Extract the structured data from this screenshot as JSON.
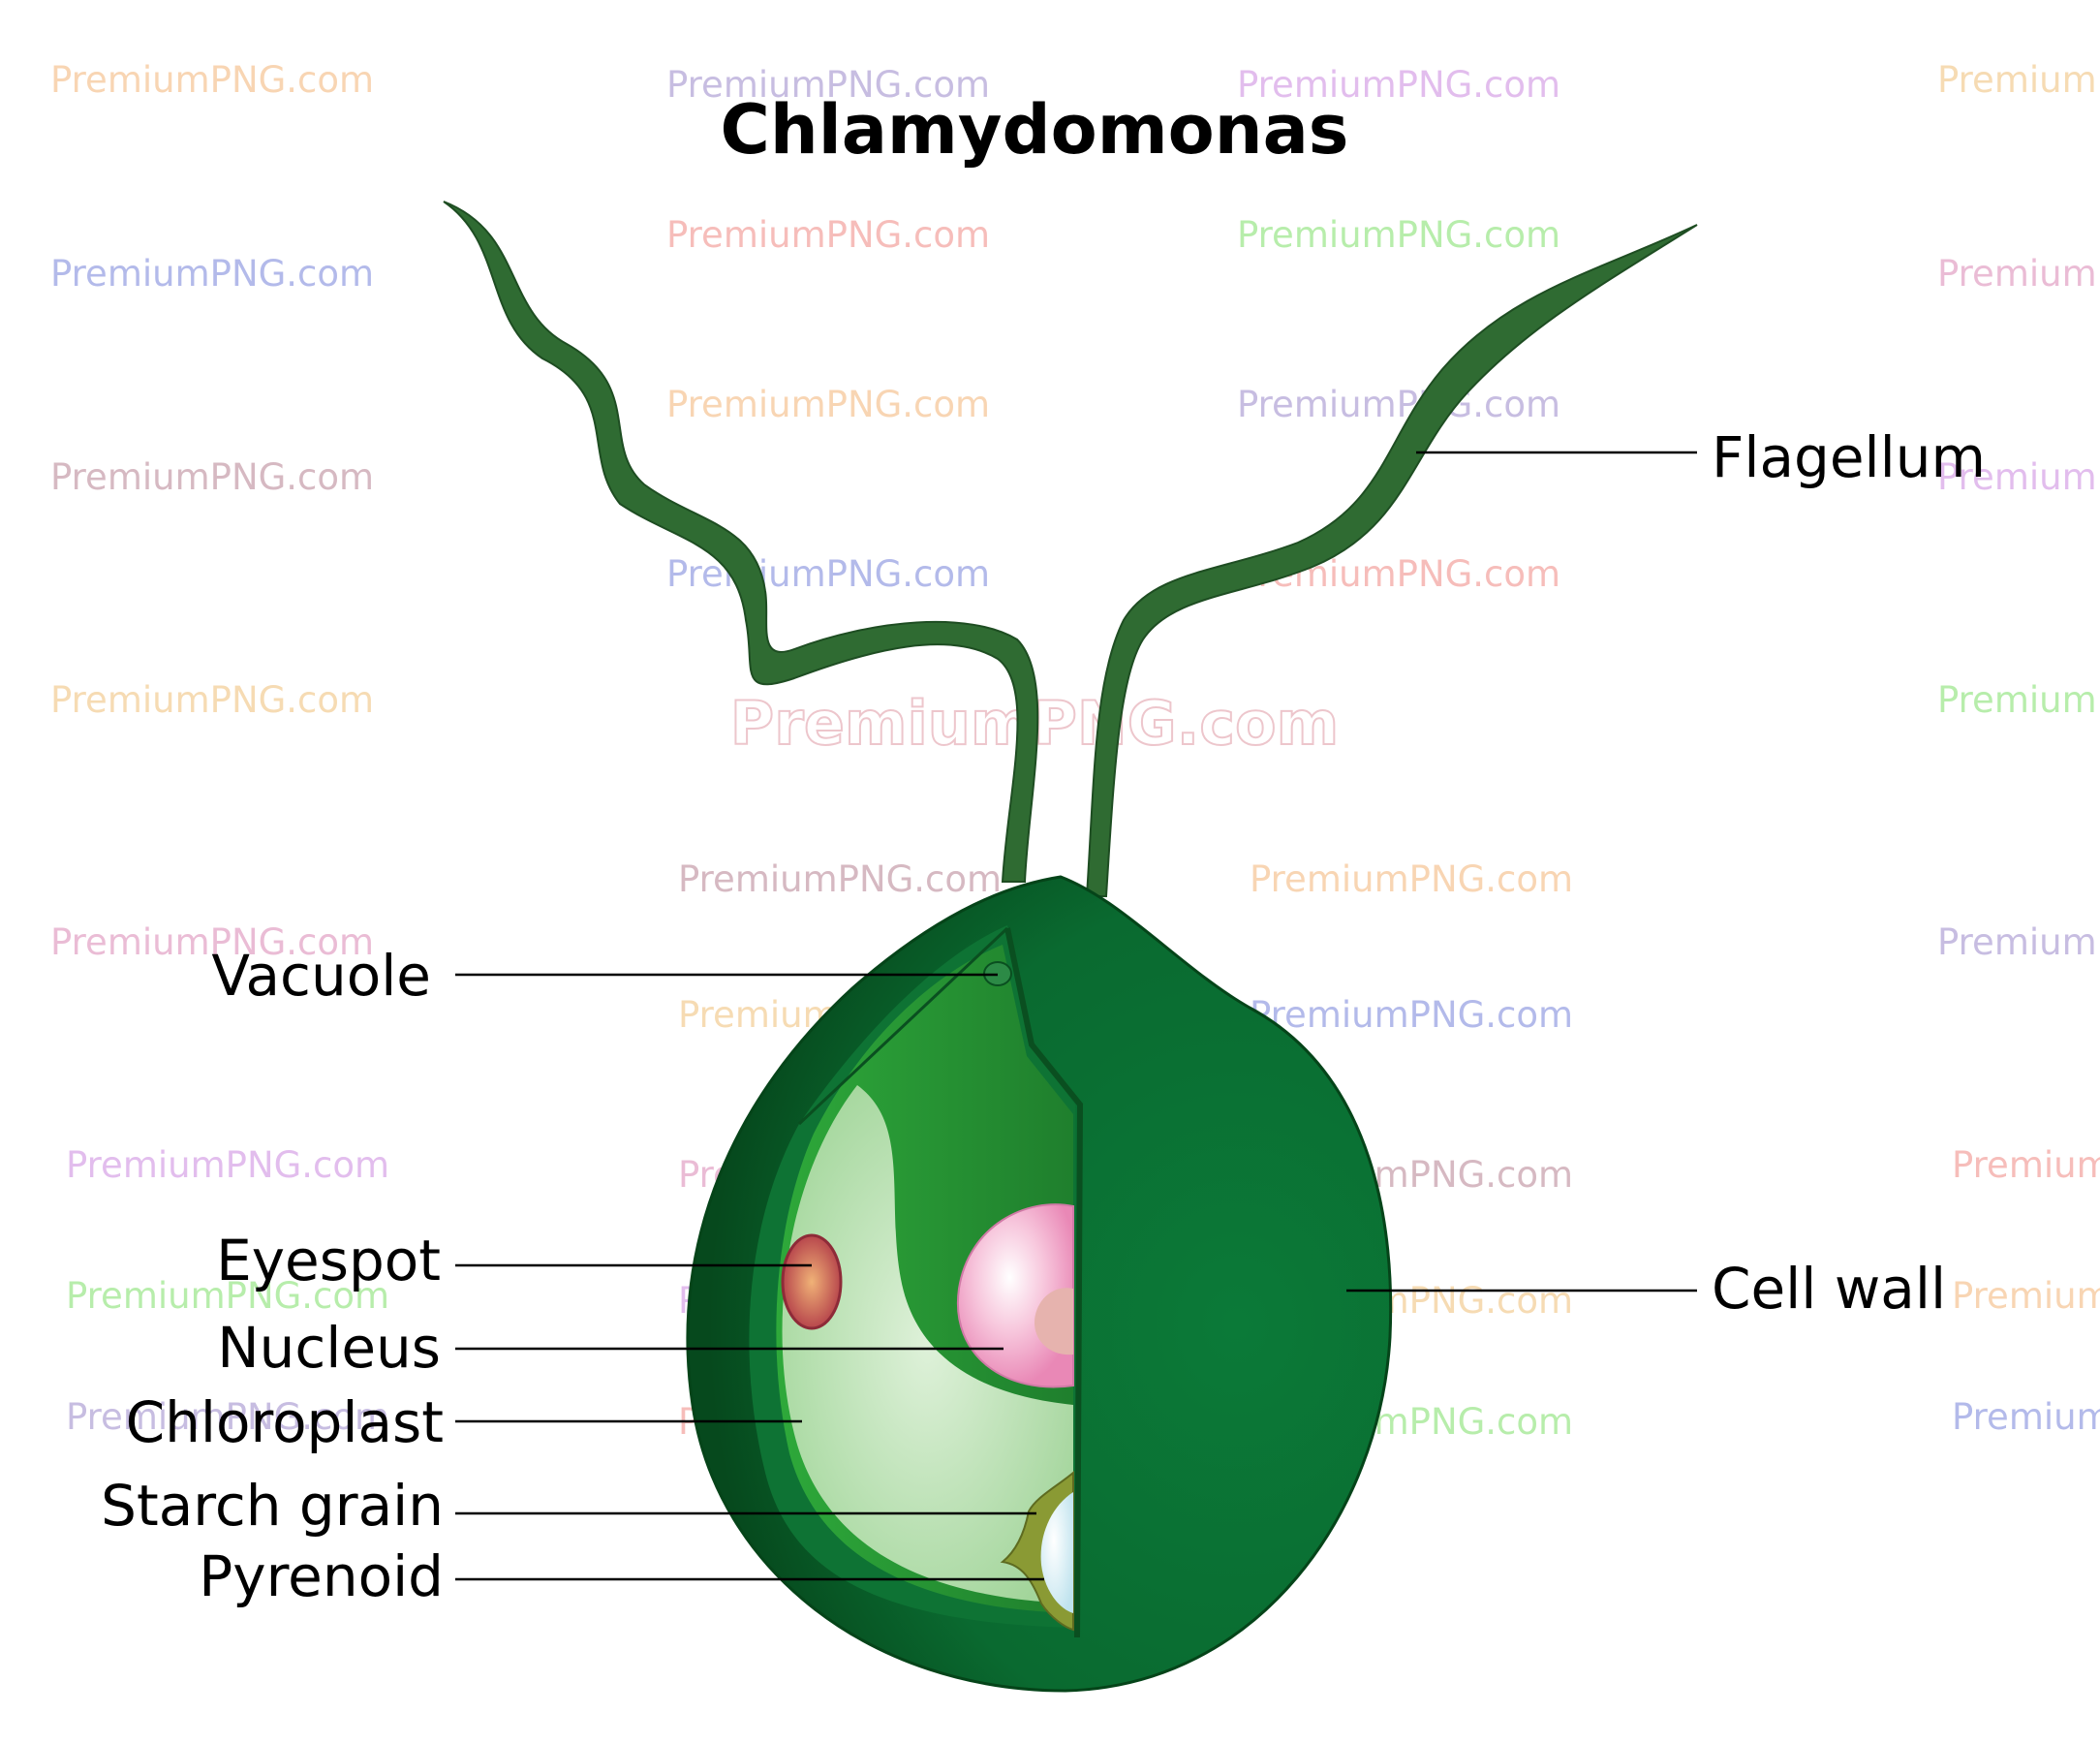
{
  "title": "Chlamydomonas",
  "watermark": "PremiumPNG.com",
  "watermark_colors": [
    "#f6c79a",
    "#b5a7d8",
    "#d9a8e8",
    "#f3cf9a",
    "#9aa3e3",
    "#f4a7a3",
    "#9fe88f",
    "#e4a6c8",
    "#c9a2ae"
  ],
  "labels": {
    "flagellum": "Flagellum",
    "vacuole": "Vacuole",
    "eyespot": "Eyespot",
    "nucleus": "Nucleus",
    "chloroplast": "Chloroplast",
    "starch_grain": "Starch grain",
    "pyrenoid": "Pyrenoid",
    "cell_wall": "Cell wall"
  },
  "colors": {
    "cell_wall": "#0a6a30",
    "cell_wall_dark": "#07501f",
    "flagellum": "#2f6b32",
    "chloroplast": "#3fb33a",
    "cytoplasm": "#dff1d9",
    "nucleus": "#f4a8c9",
    "nucleolus": "#e4b4b0",
    "eyespot": "#c96a5c",
    "pyrenoid": "#d4eef4",
    "starch_grain": "#8a9a34"
  }
}
